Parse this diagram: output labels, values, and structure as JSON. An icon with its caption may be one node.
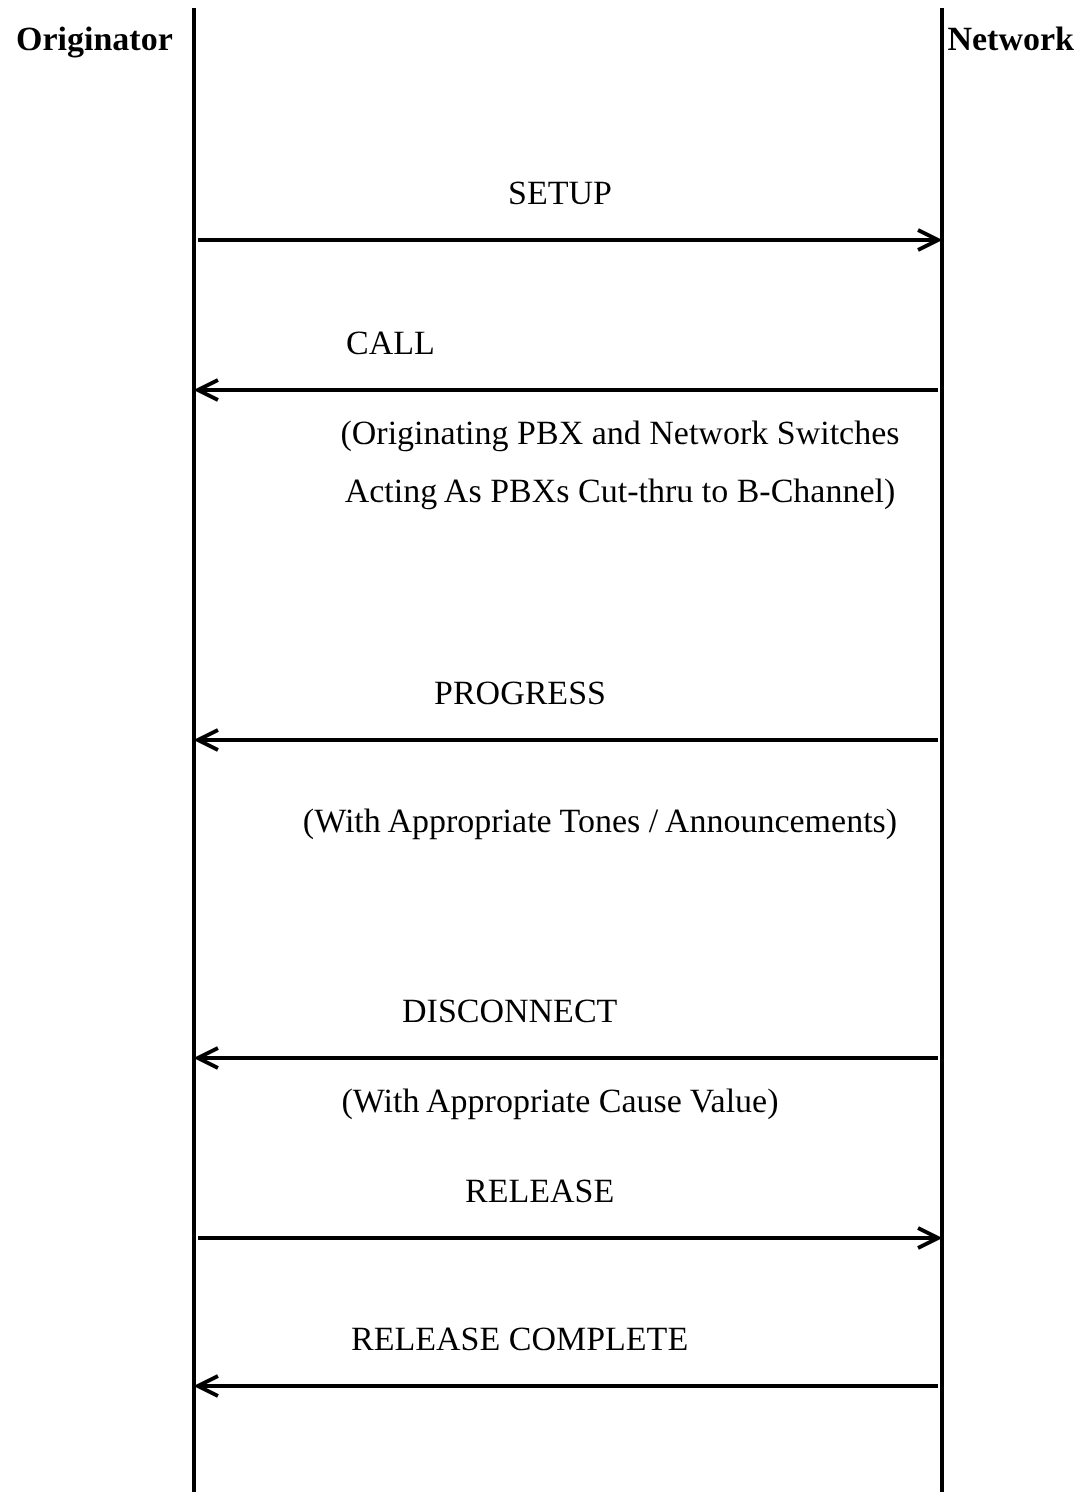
{
  "diagram": {
    "nodes": [
      {
        "text": [
          "Originator"
        ]
      },
      {
        "text": [
          "Network"
        ]
      }
    ],
    "edges": [
      {
        "from": 0,
        "to": 1,
        "arrow": "to",
        "label": "SETUP"
      },
      {
        "from": 1,
        "to": 0,
        "arrow": "to",
        "label": "CALL"
      },
      {
        "from": 1,
        "to": 0,
        "arrow": "to",
        "label": "PROGRESS"
      },
      {
        "from": 1,
        "to": 0,
        "arrow": "to",
        "label": "DISCONNECT"
      },
      {
        "from": 0,
        "to": 1,
        "arrow": "to",
        "label": "RELEASE"
      },
      {
        "from": 1,
        "to": 0,
        "arrow": "to",
        "label": "RELEASE COMPLETE"
      }
    ],
    "labels": [
      "(Originating PBX and Network Switches Acting As PBXs Cut-thru to B-Channel)",
      "(With Appropriate Tones / Announcements)",
      "(With Appropriate Cause Value)"
    ]
  }
}
